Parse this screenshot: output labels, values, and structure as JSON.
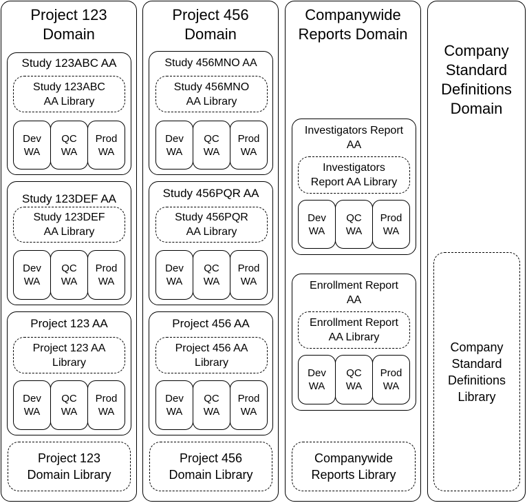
{
  "domains": [
    {
      "title": "Project 123\nDomain",
      "aas": [
        {
          "title": "Study 123ABC AA",
          "library": "Study 123ABC\nAA Library",
          "was": [
            "Dev\nWA",
            "QC\nWA",
            "Prod\nWA"
          ]
        },
        {
          "title": "Study 123DEF AA",
          "library": "Study 123DEF\nAA Library",
          "was": [
            "Dev\nWA",
            "QC\nWA",
            "Prod\nWA"
          ]
        },
        {
          "title": "Project 123 AA",
          "library": "Project 123 AA\nLibrary",
          "was": [
            "Dev\nWA",
            "QC\nWA",
            "Prod\nWA"
          ]
        }
      ],
      "domain_library": "Project 123\nDomain Library"
    },
    {
      "title": "Project 456\nDomain",
      "aas": [
        {
          "title": "Study 456MNO AA",
          "library": "Study 456MNO\nAA Library",
          "was": [
            "Dev\nWA",
            "QC\nWA",
            "Prod\nWA"
          ]
        },
        {
          "title": "Study 456PQR AA",
          "library": "Study 456PQR\nAA Library",
          "was": [
            "Dev\nWA",
            "QC\nWA",
            "Prod\nWA"
          ]
        },
        {
          "title": "Project 456 AA",
          "library": "Project 456 AA\nLibrary",
          "was": [
            "Dev\nWA",
            "QC\nWA",
            "Prod\nWA"
          ]
        }
      ],
      "domain_library": "Project 456\nDomain Library"
    },
    {
      "title": "Companywide\nReports Domain",
      "aas": [
        {
          "title": "Investigators Report\nAA",
          "library": "Investigators\nReport AA Library",
          "was": [
            "Dev\nWA",
            "QC\nWA",
            "Prod\nWA"
          ]
        },
        {
          "title": "Enrollment Report\nAA",
          "library": "Enrollment Report\nAA Library",
          "was": [
            "Dev\nWA",
            "QC\nWA",
            "Prod\nWA"
          ]
        }
      ],
      "domain_library": "Companywide\nReports Library"
    },
    {
      "title": "Company\nStandard\nDefinitions\nDomain",
      "domain_library": "Company\nStandard\nDefinitions\nLibrary"
    }
  ]
}
